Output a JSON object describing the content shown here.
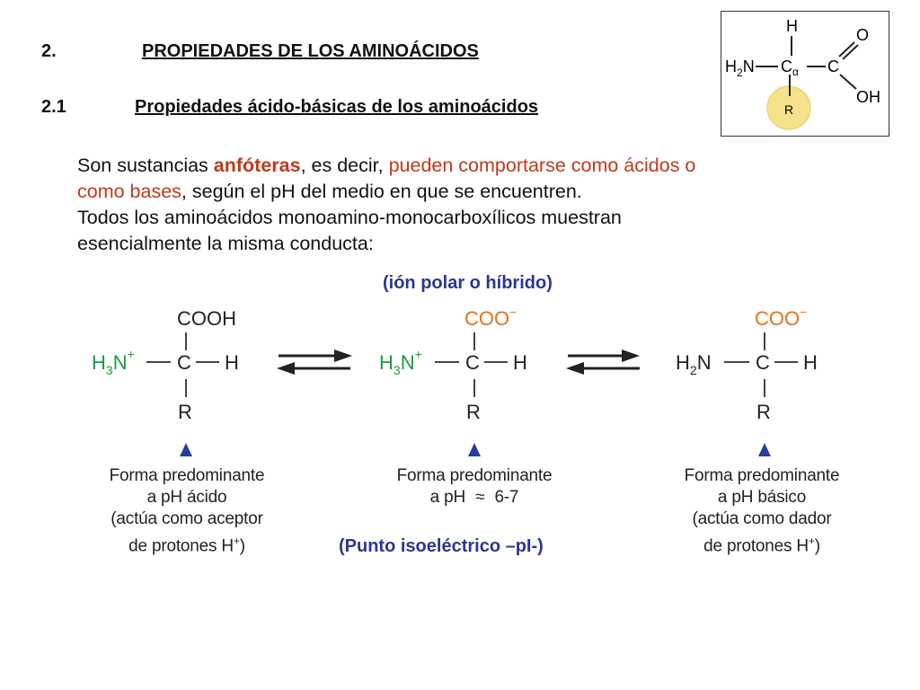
{
  "heading1": {
    "number": "2.",
    "title": "PROPIEDADES DE LOS AMINOÁCIDOS"
  },
  "heading2": {
    "number": "2.1",
    "title": "Propiedades ácido-básicas de los aminoácidos"
  },
  "paragraph": {
    "line1_a": "Son sustancias ",
    "line1_bold": "anfóteras",
    "line1_b": ", es decir,  ",
    "line1_red": "pueden comportarse como ácidos o",
    "line2_red": "como bases",
    "line2_rest": ", según el pH del medio en que se encuentren.",
    "line3": "Todos los aminoácidos monoamino-monocarboxílicos  muestran",
    "line4": "esencialmente la misma conducta:"
  },
  "amino_structure": {
    "H": "H",
    "H2N": "H",
    "H2N_sub": "2",
    "H2N_end": "N",
    "Calpha": "C",
    "alpha": "α",
    "C": "C",
    "O": "O",
    "OH": "OH",
    "R": "R"
  },
  "labels": {
    "zwitterion": "(ión polar o híbrido)",
    "isoelectric": "(Punto isoeléctrico –pI-)"
  },
  "forms": [
    {
      "top": "COOH",
      "left": "H",
      "left_sub": "3",
      "left_end": "N",
      "left_sup": "+",
      "center": "C",
      "right": "H",
      "bottom": "R",
      "note": [
        "Forma predominante",
        "a pH ácido",
        "(actúa como aceptor",
        "de protones H"
      ],
      "note_sup": "+",
      "note_end": ")"
    },
    {
      "top": "COO",
      "top_sup": "−",
      "left": "H",
      "left_sub": "3",
      "left_end": "N",
      "left_sup": "+",
      "center": "C",
      "right": "H",
      "bottom": "R",
      "note": [
        "Forma predominante",
        "a pH",
        "6-7"
      ],
      "approx": "≈"
    },
    {
      "top": "COO",
      "top_sup": "−",
      "left": "H",
      "left_sub": "2",
      "left_end": "N",
      "center": "C",
      "right": "H",
      "bottom": "R",
      "note": [
        "Forma predominante",
        "a pH básico",
        "(actúa como dador",
        "de protones H"
      ],
      "note_sup": "+",
      "note_end": ")"
    }
  ],
  "colors": {
    "accent": "#c0391b",
    "blue_label": "#2e3590",
    "green_amine": "#1f9a3e",
    "orange_carboxylate": "#e2731e",
    "triangle": "#253f9a",
    "r_circle": "#f6e28a"
  }
}
